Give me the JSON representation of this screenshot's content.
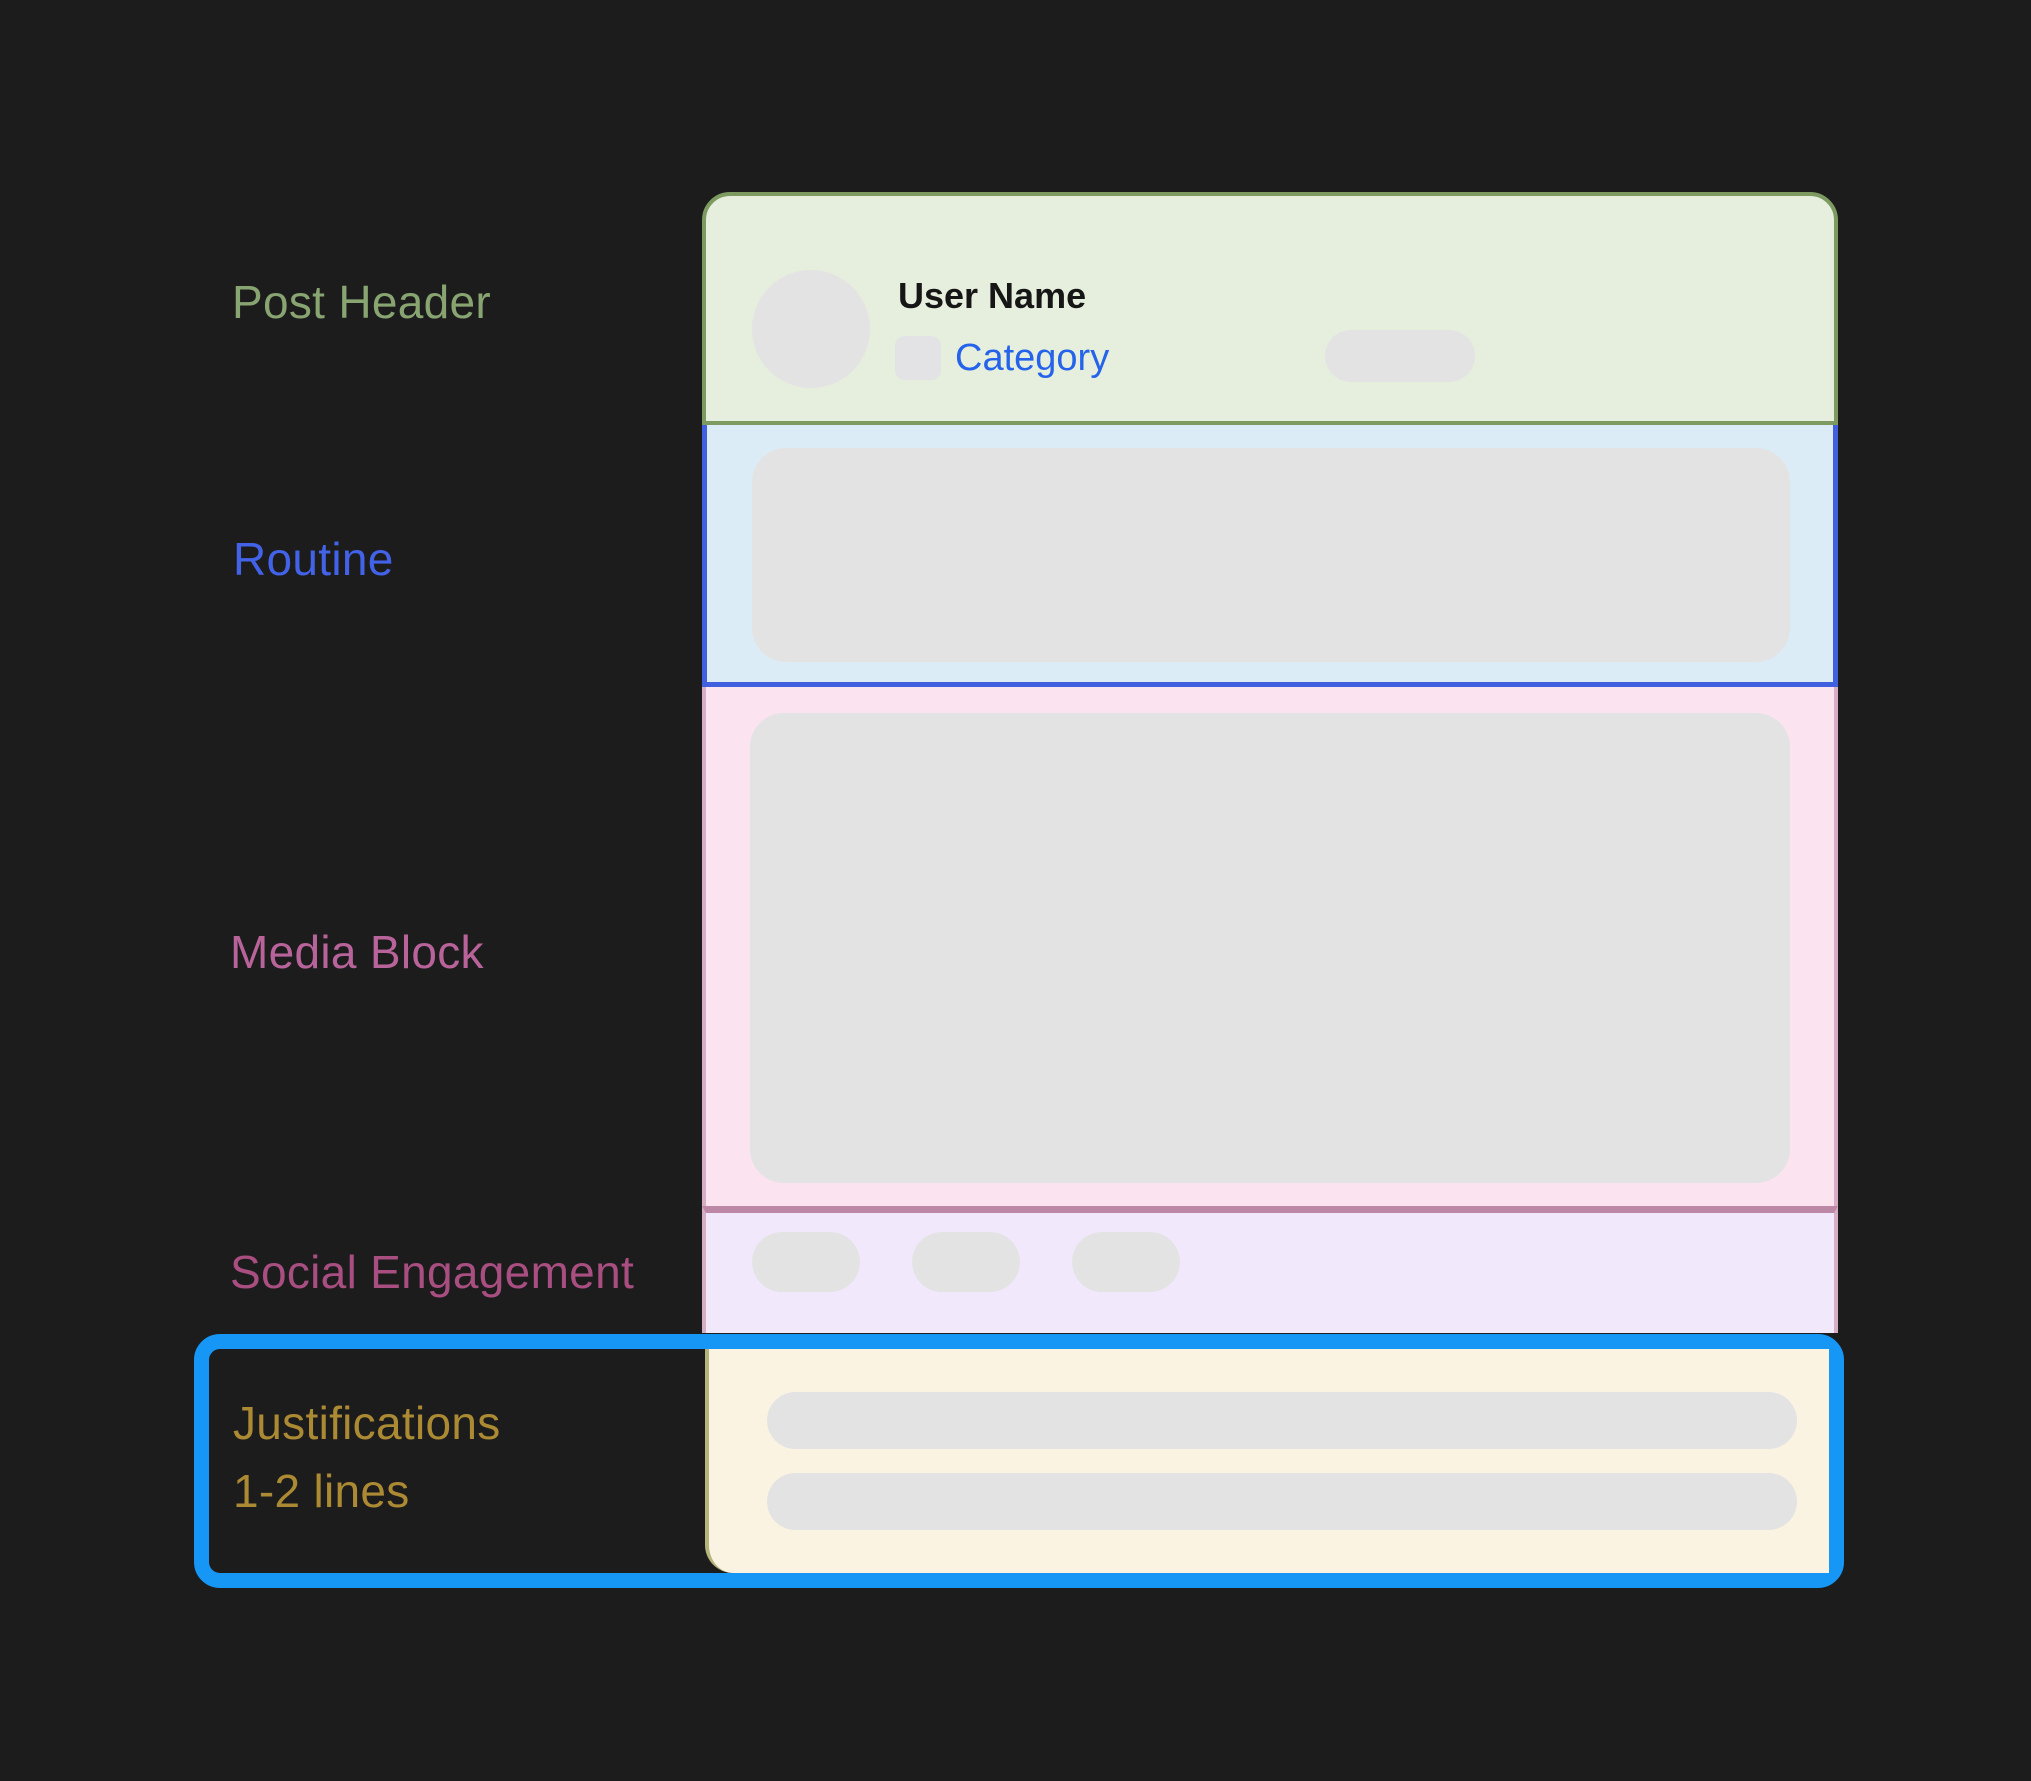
{
  "page": {
    "background": "#1c1c1c",
    "type": "post-layout-wireframe"
  },
  "labels": {
    "post_header": {
      "text": "Post Header",
      "color": "#88a471"
    },
    "routine": {
      "text": "Routine",
      "color": "#4263e8"
    },
    "media_block": {
      "text": "Media Block",
      "color": "#b8639a"
    },
    "social_engagement": {
      "text": "Social Engagement",
      "color": "#a84e80"
    },
    "justifications": {
      "text": "Justifications",
      "color": "#ab8a33"
    },
    "justifications_sub": {
      "text": "1-2 lines",
      "color": "#ab8a33"
    }
  },
  "card": {
    "header": {
      "user_name": "User Name",
      "category": "Category",
      "category_color": "#2563eb",
      "background": "#e6eedd",
      "border_color": "#7d9b61",
      "placeholders": [
        "avatar-circle",
        "category-icon",
        "action-pill"
      ]
    },
    "routine": {
      "background": "#dcecf6",
      "border_color": "#4060e0",
      "placeholders": [
        "content-box"
      ]
    },
    "media": {
      "background": "#fbe3ef",
      "border_color": "#d5aec6",
      "divider_color": "#bd88a6",
      "placeholders": [
        "media-box"
      ]
    },
    "social": {
      "background": "#f2e8fb",
      "pill_count": 3,
      "placeholders": [
        "pill",
        "pill",
        "pill"
      ]
    },
    "justification": {
      "background": "#faf3e1",
      "border_color": "#b5b47b",
      "line_count": 2,
      "placeholders": [
        "text-line",
        "text-line"
      ]
    }
  },
  "highlight": {
    "color": "#1697f5",
    "target": "justification-section"
  },
  "placeholder_color": "#e3e3e4"
}
